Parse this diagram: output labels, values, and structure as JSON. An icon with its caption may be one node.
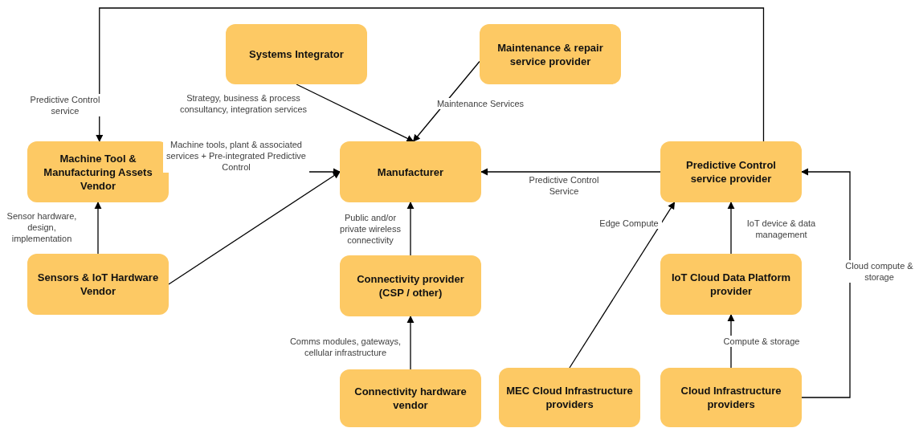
{
  "diagram": {
    "nodes": [
      {
        "text": [
          "Systems Integrator"
        ]
      },
      {
        "text": [
          "Maintenance & repair service provider"
        ]
      },
      {
        "text": [
          "Machine Tool & Manufacturing Assets Vendor"
        ]
      },
      {
        "text": [
          "Manufacturer"
        ]
      },
      {
        "text": [
          "Predictive Control service provider"
        ]
      },
      {
        "text": [
          "Sensors & IoT Hardware Vendor"
        ]
      },
      {
        "text": [
          "Connectivity provider (CSP / other)"
        ]
      },
      {
        "text": [
          "IoT Cloud Data Platform provider"
        ]
      },
      {
        "text": [
          "Connectivity hardware vendor"
        ]
      },
      {
        "text": [
          "MEC Cloud Infrastructure providers"
        ]
      },
      {
        "text": [
          "Cloud Infrastructure providers"
        ]
      }
    ],
    "edges": [
      {
        "from": 0,
        "to": 3,
        "arrow": "to",
        "label": "Strategy, business & process consultancy, integration services"
      },
      {
        "from": 1,
        "to": 3,
        "arrow": "to",
        "label": "Maintenance Services"
      },
      {
        "from": 2,
        "to": 3,
        "arrow": "to",
        "label": "Machine tools, plant & associated services + Pre-integrated Predictive Control"
      },
      {
        "from": 4,
        "to": 3,
        "arrow": "to",
        "label": "Predictive Control Service"
      },
      {
        "from": 4,
        "to": 2,
        "arrow": "to",
        "label": "Predictive Control service"
      },
      {
        "from": 5,
        "to": 2,
        "arrow": "to",
        "label": "Sensor hardware, design, implementation"
      },
      {
        "from": 5,
        "to": 3,
        "arrow": "to"
      },
      {
        "from": 6,
        "to": 3,
        "arrow": "to",
        "label": "Public and/or private wireless connectivity"
      },
      {
        "from": 8,
        "to": 6,
        "arrow": "to",
        "label": "Comms modules, gateways, cellular infrastructure"
      },
      {
        "from": 9,
        "to": 4,
        "arrow": "to",
        "label": "Edge Compute"
      },
      {
        "from": 7,
        "to": 4,
        "arrow": "to",
        "label": "IoT device & data management"
      },
      {
        "from": 10,
        "to": 7,
        "arrow": "to",
        "label": "Compute & storage"
      },
      {
        "from": 10,
        "to": 4,
        "arrow": "to",
        "label": "Cloud compute & storage"
      }
    ]
  }
}
